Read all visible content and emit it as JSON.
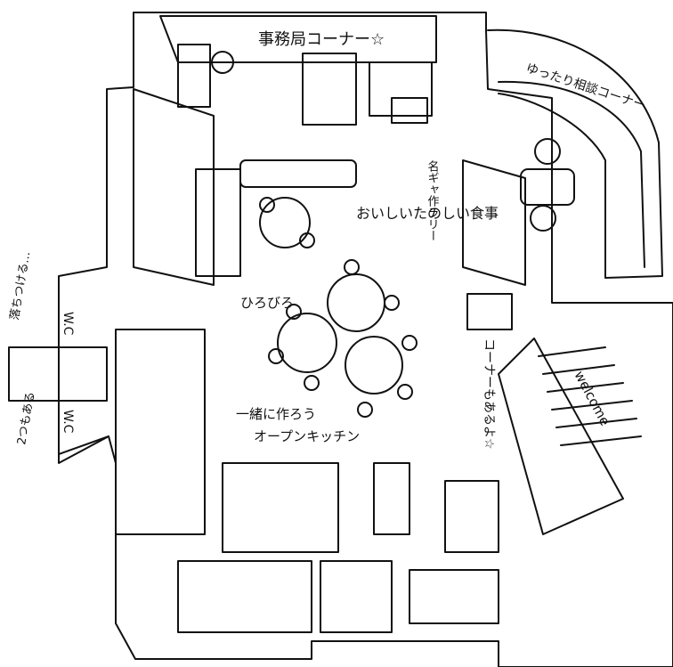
{
  "labels": {
    "office_corner": "事務局コーナー☆",
    "relax_corner": "ゆったり相談コーナー",
    "meishi": "名ギャ作ラリー",
    "delicious_meal": "おいしいたのしい食事",
    "hirobiro": "ひろびろ",
    "wc_top": "W.C",
    "wc_bottom": "W.C",
    "ochitsukeru": "落ちつける…",
    "futatsu": "2つもある",
    "cook_together": "一緒に作ろう",
    "open_kitchen": "オープンキッチン",
    "corner": "コーナーもあるよ☆",
    "welcome": "welcome"
  }
}
